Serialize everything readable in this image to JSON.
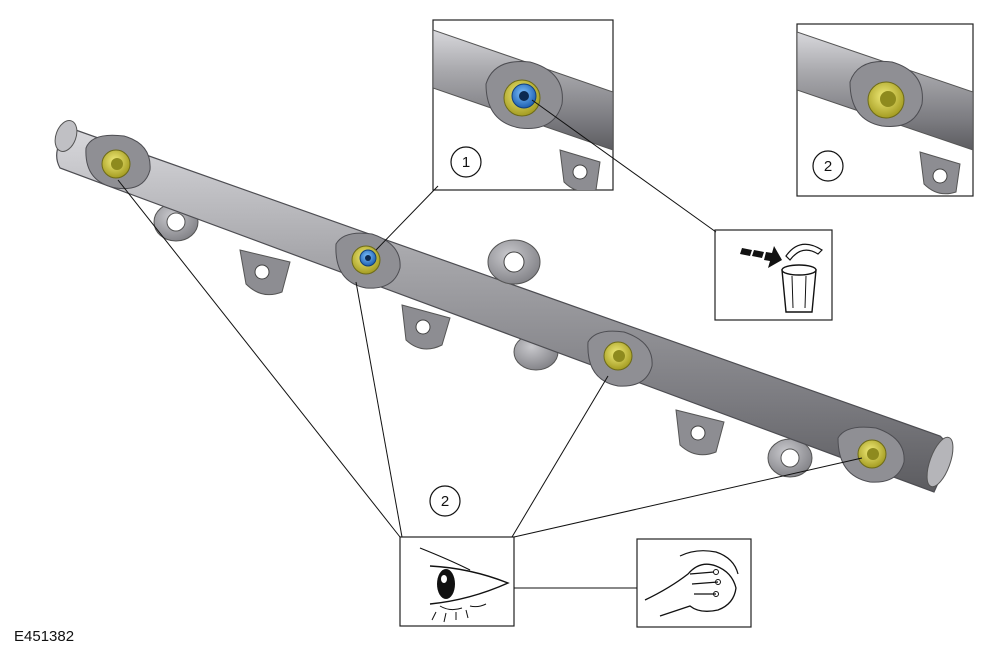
{
  "figure_id": "E451382",
  "callouts": {
    "inset_left": "1",
    "inset_right": "2",
    "inspect": "2"
  },
  "colors": {
    "rail_metal": "#9a9a9e",
    "rail_shadow": "#6a6a6e",
    "port_yellow": "#c9c23a",
    "seal_blue": "#2a7fd0",
    "line": "#111111"
  },
  "icons": [
    "dispose-waste-bin-icon",
    "visual-inspection-eye-icon",
    "hand-cleaning-icon"
  ]
}
